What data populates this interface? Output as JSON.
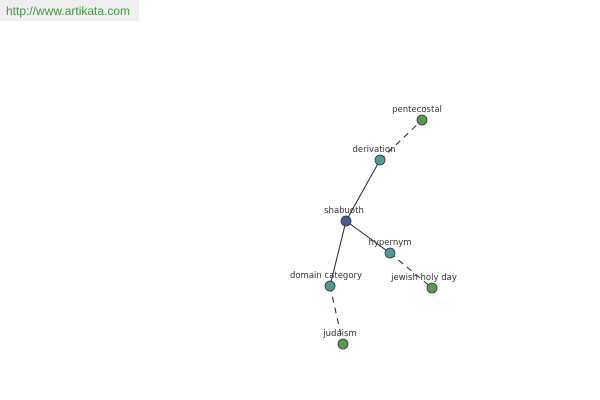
{
  "watermark": {
    "url": "http://www.artikata.com"
  },
  "colors": {
    "center": "#4a5a9c",
    "relation": "#4f9898",
    "leaf": "#5a9a4e",
    "node_stroke": "#333333",
    "edge": "#222222"
  },
  "graph": {
    "nodes": [
      {
        "id": "center",
        "label": "shabuoth",
        "kind": "center"
      },
      {
        "id": "derivation",
        "label": "derivation",
        "kind": "relation"
      },
      {
        "id": "pentecostal",
        "label": "pentecostal",
        "kind": "leaf"
      },
      {
        "id": "hypernym",
        "label": "hypernym",
        "kind": "relation"
      },
      {
        "id": "jewish-holy-day",
        "label": "jewish holy day",
        "kind": "leaf"
      },
      {
        "id": "domain-category",
        "label": "domain category",
        "kind": "relation"
      },
      {
        "id": "judaism",
        "label": "judaism",
        "kind": "leaf"
      }
    ],
    "edges": [
      {
        "from": "center",
        "to": "derivation",
        "style": "solid"
      },
      {
        "from": "derivation",
        "to": "pentecostal",
        "style": "dashed"
      },
      {
        "from": "center",
        "to": "hypernym",
        "style": "solid"
      },
      {
        "from": "hypernym",
        "to": "jewish-holy-day",
        "style": "dashed"
      },
      {
        "from": "center",
        "to": "domain-category",
        "style": "solid"
      },
      {
        "from": "domain-category",
        "to": "judaism",
        "style": "dashed"
      }
    ]
  }
}
